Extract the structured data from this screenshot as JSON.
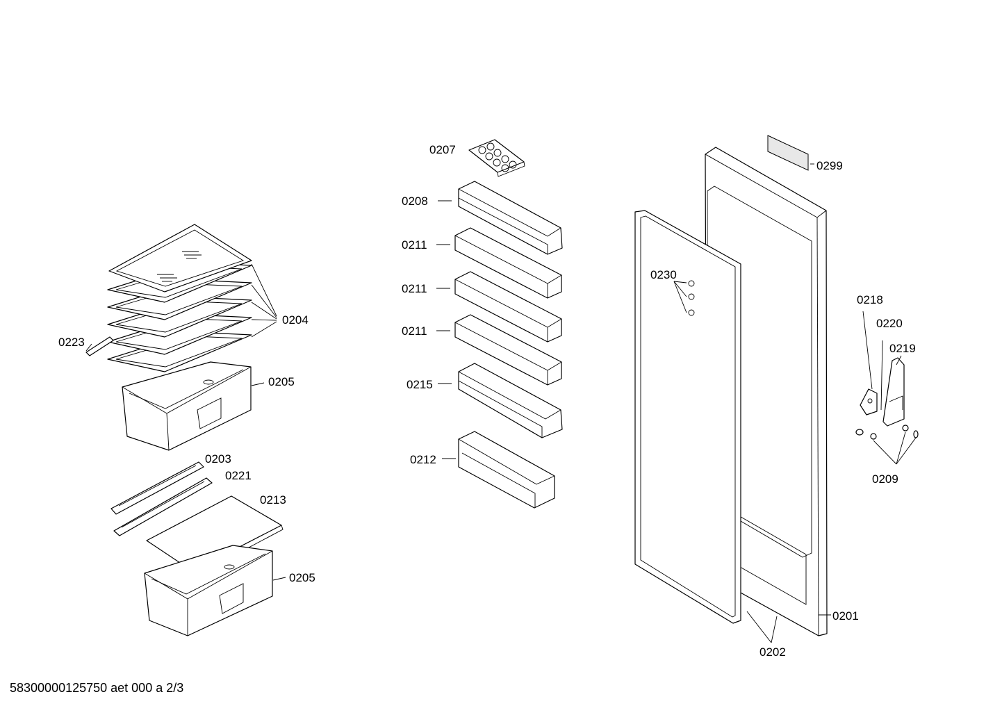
{
  "labels": {
    "l0207": "0207",
    "l0208": "0208",
    "l0211a": "0211",
    "l0211b": "0211",
    "l0211c": "0211",
    "l0215": "0215",
    "l0212": "0212",
    "l0204": "0204",
    "l0223": "0223",
    "l0205a": "0205",
    "l0203": "0203",
    "l0221": "0221",
    "l0213": "0213",
    "l0205b": "0205",
    "l0299": "0299",
    "l0230": "0230",
    "l0218": "0218",
    "l0220": "0220",
    "l0219": "0219",
    "l0209": "0209",
    "l0201": "0201",
    "l0202": "0202"
  },
  "footer": "58300000125750 aet 000 a 2/3"
}
